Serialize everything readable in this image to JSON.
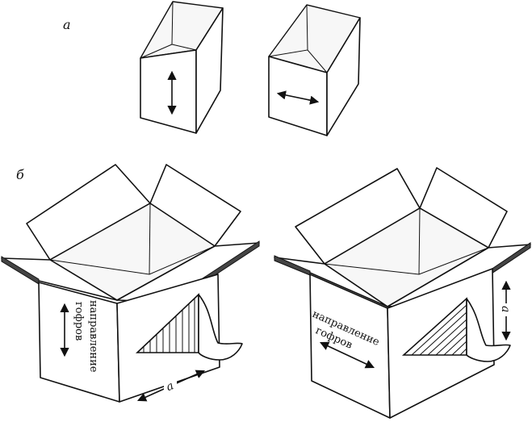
{
  "labels": {
    "part_a": "а",
    "part_b": "б",
    "direction_line1": "направление",
    "direction_line2": "гофров",
    "dimension_left": "a",
    "dimension_right": "a"
  },
  "colors": {
    "ink": "#111111",
    "paper": "#ffffff"
  }
}
